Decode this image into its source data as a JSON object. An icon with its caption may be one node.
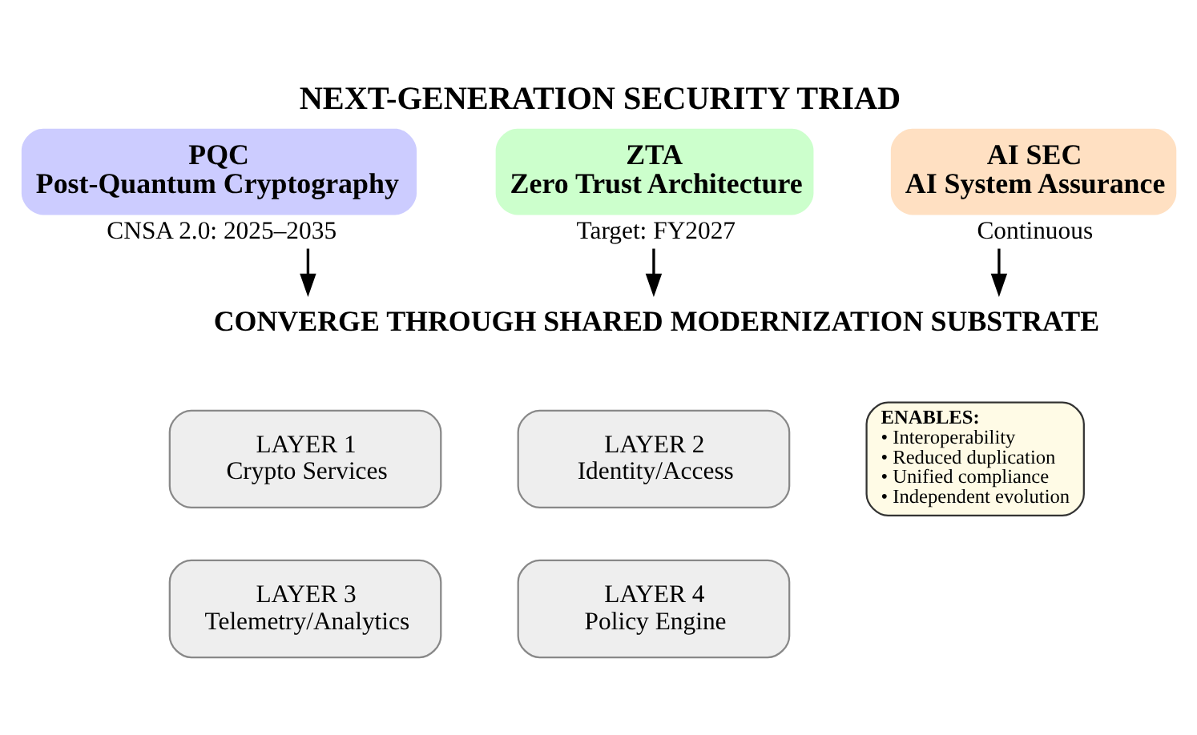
{
  "diagram": {
    "title": "NEXT-GENERATION SECURITY TRIAD",
    "nodes": [
      {
        "text": [
          "PQC",
          "Post-Quantum Cryptography"
        ],
        "beside": [
          "CNSA 2.0: 2025–2035"
        ]
      },
      {
        "text": [
          "ZTA",
          "Zero Trust Architecture"
        ],
        "beside": [
          "Target: FY2027"
        ]
      },
      {
        "text": [
          "AI SEC",
          "AI System Assurance"
        ],
        "beside": [
          "Continuous"
        ]
      },
      {
        "text": [
          "CONVERGE THROUGH SHARED MODERNIZATION SUBSTRATE"
        ]
      },
      {
        "text": [
          "LAYER 1",
          "Crypto Services"
        ]
      },
      {
        "text": [
          "LAYER 2",
          "Identity/Access"
        ]
      },
      {
        "text": [
          "LAYER 3",
          "Telemetry/Analytics"
        ]
      },
      {
        "text": [
          "LAYER 4",
          "Policy Engine"
        ]
      },
      {
        "text": [
          "ENABLES:",
          "• Interoperability",
          "• Reduced duplication",
          "• Unified compliance",
          "• Independent evolution"
        ]
      }
    ],
    "edges": [
      {
        "from": 0,
        "to": 3,
        "arrow": "to"
      },
      {
        "from": 1,
        "to": 3,
        "arrow": "to"
      },
      {
        "from": 2,
        "to": 3,
        "arrow": "to"
      }
    ]
  }
}
